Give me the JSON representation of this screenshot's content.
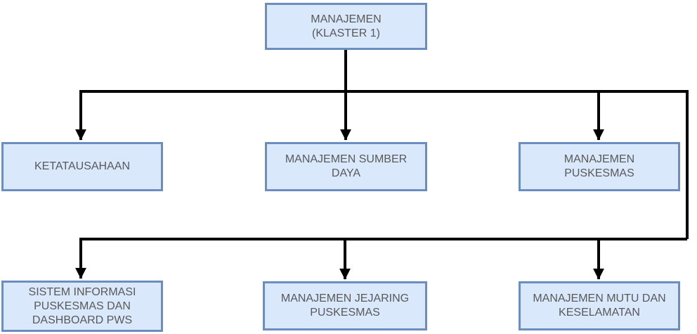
{
  "diagram": {
    "type": "org-chart",
    "nodes": [
      {
        "id": "manajemen-klaster-1",
        "label": "MANAJEMEN\n(KLASTER 1)"
      },
      {
        "id": "ketatausahaan",
        "label": "KETATAUSAHAAN"
      },
      {
        "id": "manajemen-sumber-daya",
        "label": "MANAJEMEN SUMBER\nDAYA"
      },
      {
        "id": "manajemen-puskesmas",
        "label": "MANAJEMEN\nPUSKESMAS"
      },
      {
        "id": "sistem-informasi-puskesmas",
        "label": "SISTEM INFORMASI\nPUSKESMAS DAN\nDASHBOARD PWS"
      },
      {
        "id": "manajemen-jejaring-puskesmas",
        "label": "MANAJEMEN JEJARING\nPUSKESMAS"
      },
      {
        "id": "manajemen-mutu-keselamatan",
        "label": "MANAJEMEN MUTU DAN\nKESELAMATAN"
      }
    ],
    "edges": [
      {
        "from": "manajemen-klaster-1",
        "to": "ketatausahaan"
      },
      {
        "from": "manajemen-klaster-1",
        "to": "manajemen-sumber-daya"
      },
      {
        "from": "manajemen-klaster-1",
        "to": "manajemen-puskesmas"
      },
      {
        "from": "manajemen-klaster-1",
        "to": "sistem-informasi-puskesmas"
      },
      {
        "from": "manajemen-klaster-1",
        "to": "manajemen-jejaring-puskesmas"
      },
      {
        "from": "manajemen-klaster-1",
        "to": "manajemen-mutu-keselamatan"
      }
    ],
    "colors": {
      "node_fill": "#dae8fc",
      "node_border": "#6c8ebf",
      "node_text": "#595959",
      "connector": "#000000",
      "background": "#ffffff"
    }
  }
}
